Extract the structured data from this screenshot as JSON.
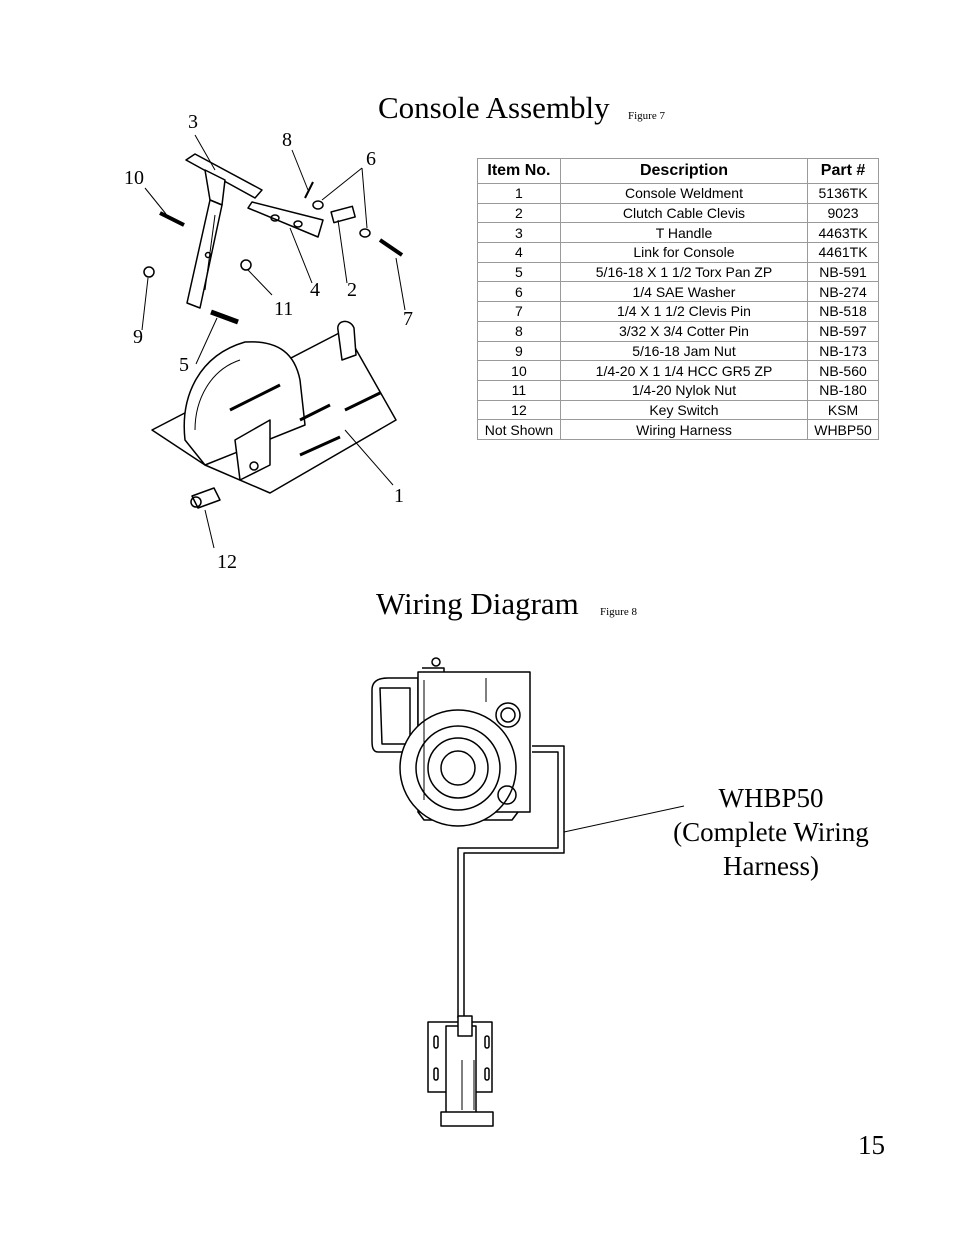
{
  "console_section": {
    "title": "Console Assembly",
    "figure": "Figure 7"
  },
  "parts_table": {
    "headers": [
      "Item No.",
      "Description",
      "Part #"
    ],
    "rows": [
      [
        "1",
        "Console Weldment",
        "5136TK"
      ],
      [
        "2",
        "Clutch Cable Clevis",
        "9023"
      ],
      [
        "3",
        "T Handle",
        "4463TK"
      ],
      [
        "4",
        "Link for Console",
        "4461TK"
      ],
      [
        "5",
        "5/16-18 X 1 1/2 Torx Pan ZP",
        "NB-591"
      ],
      [
        "6",
        "1/4 SAE Washer",
        "NB-274"
      ],
      [
        "7",
        "1/4 X 1 1/2 Clevis Pin",
        "NB-518"
      ],
      [
        "8",
        "3/32 X 3/4 Cotter Pin",
        "NB-597"
      ],
      [
        "9",
        "5/16-18 Jam Nut",
        "NB-173"
      ],
      [
        "10",
        "1/4-20 X 1 1/4 HCC GR5 ZP",
        "NB-560"
      ],
      [
        "11",
        "1/4-20 Nylok Nut",
        "NB-180"
      ],
      [
        "12",
        "Key Switch",
        "KSM"
      ],
      [
        "Not Shown",
        "Wiring Harness",
        "WHBP50"
      ]
    ]
  },
  "callouts": [
    "3",
    "8",
    "6",
    "10",
    "4",
    "2",
    "11",
    "7",
    "9",
    "5",
    "1",
    "12"
  ],
  "wiring_section": {
    "title": "Wiring Diagram",
    "figure": "Figure 8",
    "harness_label_line1": "WHBP50",
    "harness_label_line2": "(Complete Wiring",
    "harness_label_line3": "Harness)"
  },
  "page_number": "15"
}
